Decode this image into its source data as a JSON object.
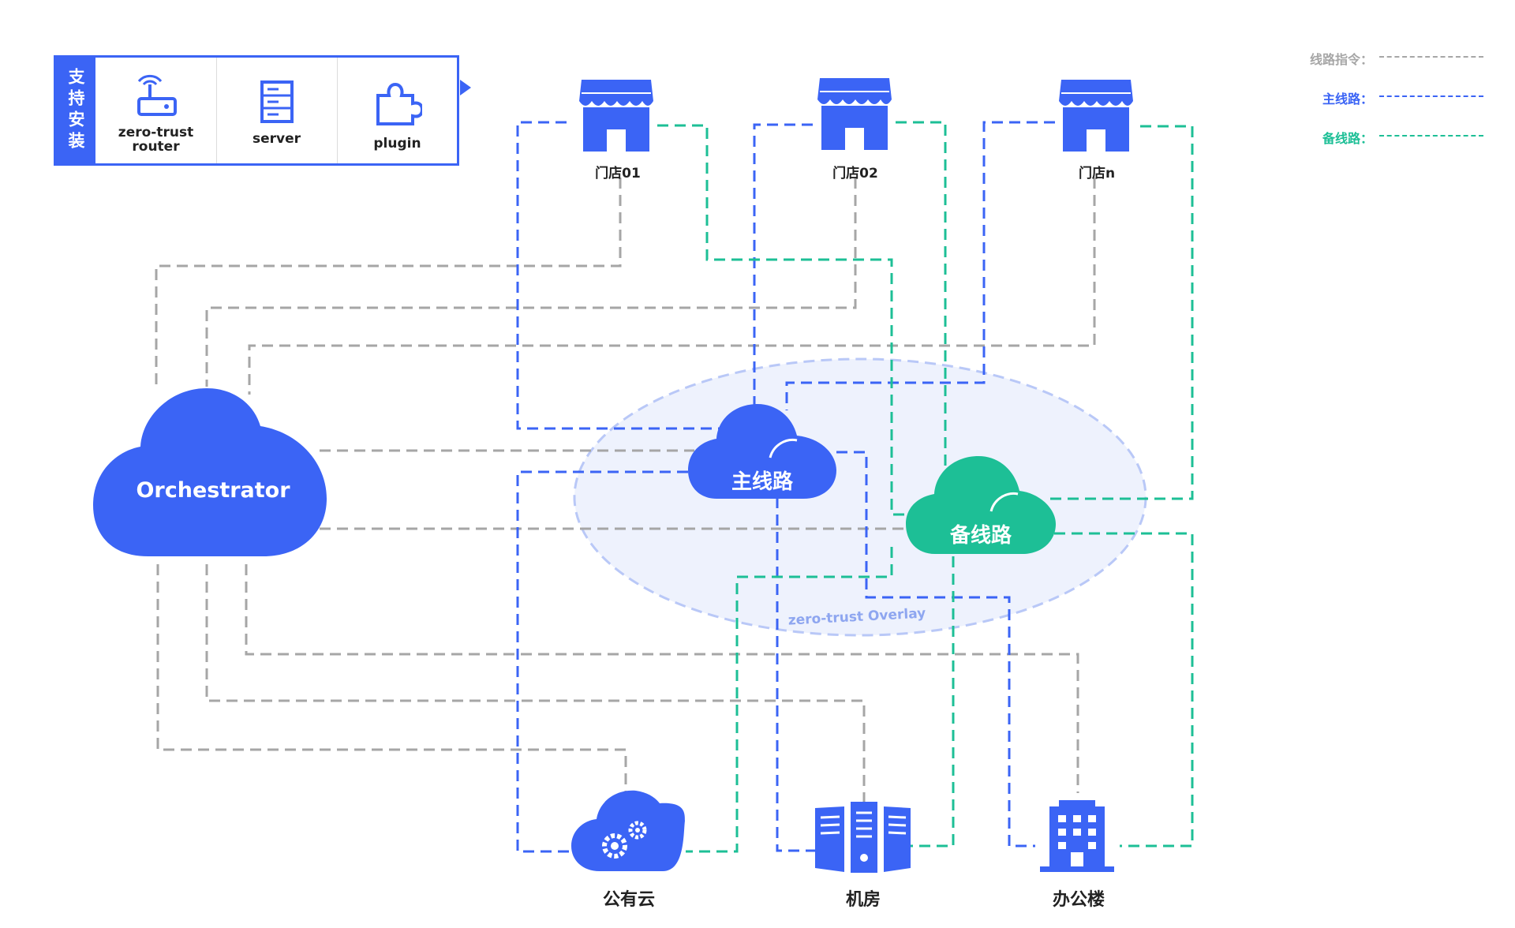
{
  "support": {
    "title": "支持安装",
    "items": [
      {
        "label_line1": "zero-trust",
        "label_line2": "router",
        "icon": "router-icon"
      },
      {
        "label_line1": "server",
        "label_line2": "",
        "icon": "server-icon"
      },
      {
        "label_line1": "plugin",
        "label_line2": "",
        "icon": "plugin-icon"
      }
    ]
  },
  "legend": [
    {
      "label": "线路指令：",
      "color": "#a6a6a6"
    },
    {
      "label": "主线路：",
      "color": "#3b64f5"
    },
    {
      "label": "备线路：",
      "color": "#1dbf96"
    }
  ],
  "stores": [
    {
      "label": "门店01",
      "icon": "store-icon"
    },
    {
      "label": "门店02",
      "icon": "store-icon"
    },
    {
      "label": "门店n",
      "icon": "store-icon"
    }
  ],
  "orchestrator": {
    "label": "Orchestrator",
    "icon": "cloud-icon"
  },
  "primary_line": {
    "label": "主线路",
    "icon": "cloud-icon"
  },
  "backup_line": {
    "label": "备线路",
    "icon": "cloud-icon"
  },
  "overlay": {
    "label": "zero-trust Overlay"
  },
  "destinations": [
    {
      "label": "公有云",
      "icon": "cloud-gear-icon"
    },
    {
      "label": "机房",
      "icon": "server-rack-icon"
    },
    {
      "label": "办公楼",
      "icon": "building-icon"
    }
  ],
  "colors": {
    "blue": "#3b64f5",
    "green": "#1dbf96",
    "gray": "#a6a6a6",
    "overlay_fill": "#eef2fd",
    "overlay_stroke": "#b9c8f7"
  }
}
